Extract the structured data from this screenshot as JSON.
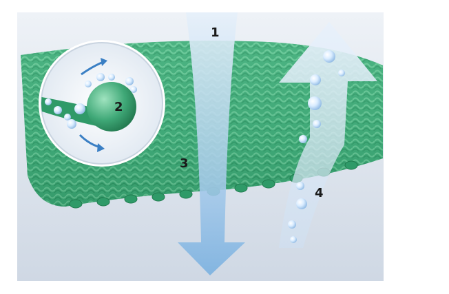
{
  "diagram": {
    "labels": {
      "one": "1",
      "two": "2",
      "three": "3",
      "four": "4"
    },
    "colors": {
      "background": "#ffffff",
      "scene_bg": "#dfe6ef",
      "fabric": "#3fa877",
      "fabric_dark": "#2a8a5c",
      "fabric_light": "#7fd3a6",
      "arrow_blue": "#9cc6ea",
      "arrow_light": "#dbe9f7",
      "magnifier_bg": "#f4f7fb",
      "droplet": "#cfe6ff"
    }
  }
}
